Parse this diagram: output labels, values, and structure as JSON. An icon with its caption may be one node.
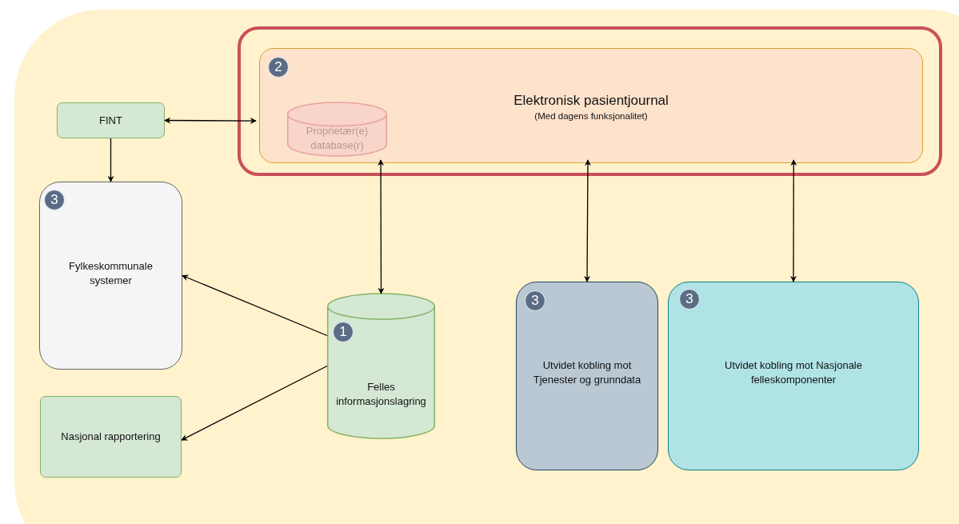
{
  "diagram": {
    "nodes": [
      {
        "text": [],
        "shape": "box"
      },
      {
        "text": [
          "Elektronisk pasientjournal",
          "(Med dagens funksjonalitet)"
        ],
        "in": 0
      },
      {
        "text": [
          "2"
        ],
        "in": 1
      },
      {
        "text": [
          "Proprietær(e) database(r)"
        ],
        "in": 1
      },
      {
        "text": [
          "FINT"
        ]
      },
      {
        "text": [
          "Fylkeskommunale systemer"
        ]
      },
      {
        "text": [
          "3"
        ],
        "in": 5
      },
      {
        "text": [
          "Felles informasjonslagring"
        ]
      },
      {
        "text": [
          "1"
        ],
        "in": 7
      },
      {
        "text": [
          "Nasjonal rapportering"
        ]
      },
      {
        "text": [
          "Utvidet kobling mot Tjenester og grunndata"
        ]
      },
      {
        "text": [
          "3"
        ],
        "in": 10
      },
      {
        "text": [
          "Utvidet kobling mot Nasjonale felleskomponenter"
        ]
      },
      {
        "text": [
          "3"
        ],
        "in": 12
      }
    ],
    "edges": [
      {
        "from": 4,
        "to": 1,
        "arrow": "both"
      },
      {
        "from": 4,
        "to": 5,
        "arrow": "to"
      },
      {
        "from": 7,
        "to": 1,
        "arrow": "both"
      },
      {
        "from": 10,
        "to": 1,
        "arrow": "both"
      },
      {
        "from": 12,
        "to": 1,
        "arrow": "both"
      },
      {
        "from": 7,
        "to": 5,
        "arrow": "to"
      },
      {
        "from": 7,
        "to": 9,
        "arrow": "to"
      }
    ]
  }
}
